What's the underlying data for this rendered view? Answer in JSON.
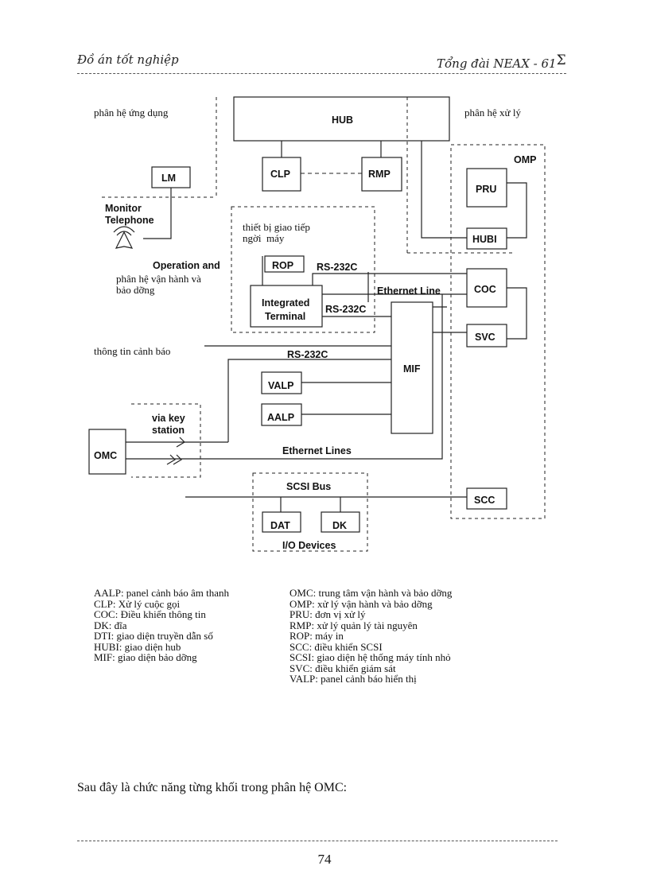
{
  "header": {
    "left": "Đồ án tốt nghiệp",
    "right": "Tổng đài NEAX - 61",
    "sigma": "Σ"
  },
  "diagram": {
    "hub": "HUB",
    "clp": "CLP",
    "rmp": "RMP",
    "lm": "LM",
    "omp": "OMP",
    "pru": "PRU",
    "hubi": "HUBI",
    "coc": "COC",
    "svc": "SVC",
    "scc": "SCC",
    "rop": "ROP",
    "mif": "MIF",
    "valp": "VALP",
    "aalp": "AALP",
    "omc": "OMC",
    "dat": "DAT",
    "dk": "DK",
    "integrated_1": "Integrated",
    "integrated_2": "Terminal",
    "monitor_1": "Monitor",
    "monitor_2": "Telephone",
    "rs232_a": "RS-232C",
    "rs232_b": "RS-232C",
    "rs232_c": "RS-232C",
    "ethernet_line": "Ethernet Line",
    "ethernet_lines": "Ethernet Lines",
    "via_key_1": "via key",
    "via_key_2": "station",
    "scsi_bus": "SCSI Bus",
    "io_devices": "I/O Devices",
    "operation_partial": "Operation and",
    "vn_ung_dung": "phân hệ ứng dụng",
    "vn_xu_ly": "phân hệ xử lý",
    "vn_giao_tiep_1": "thiết bị giao tiếp",
    "vn_giao_tiep_2": "ngời  máy",
    "vn_van_hanh_1": "phân hệ vận hành và",
    "vn_van_hanh_2": "bảo dỡng",
    "vn_canh_bao": "thông tin cảnh báo"
  },
  "legend_left": [
    "AALP: panel cảnh báo âm thanh",
    "CLP: Xử lý cuộc gọi",
    "COC: Điều khiển thông tin",
    "DK: đĩa",
    "DTI: giao diện truyền dẫn số",
    "HUBI: giao diện hub",
    "MIF: giao diện bảo dỡng"
  ],
  "legend_right": [
    "OMC: trung tâm vận hành và bảo dỡng",
    "OMP: xử lý vận hành và bảo dỡng",
    "PRU: đơn vị xử lý",
    "RMP: xử lý quản lý tài nguyên",
    "ROP: máy in",
    "SCC: điều khiển SCSI",
    "SCSI: giao diện hệ thống máy tính nhỏ",
    "SVC: điều khiển giám sát",
    "VALP: panel cảnh báo hiển thị"
  ],
  "intro": "Sau đây là chức năng từng khối trong phân hệ OMC:",
  "page_number": "74"
}
